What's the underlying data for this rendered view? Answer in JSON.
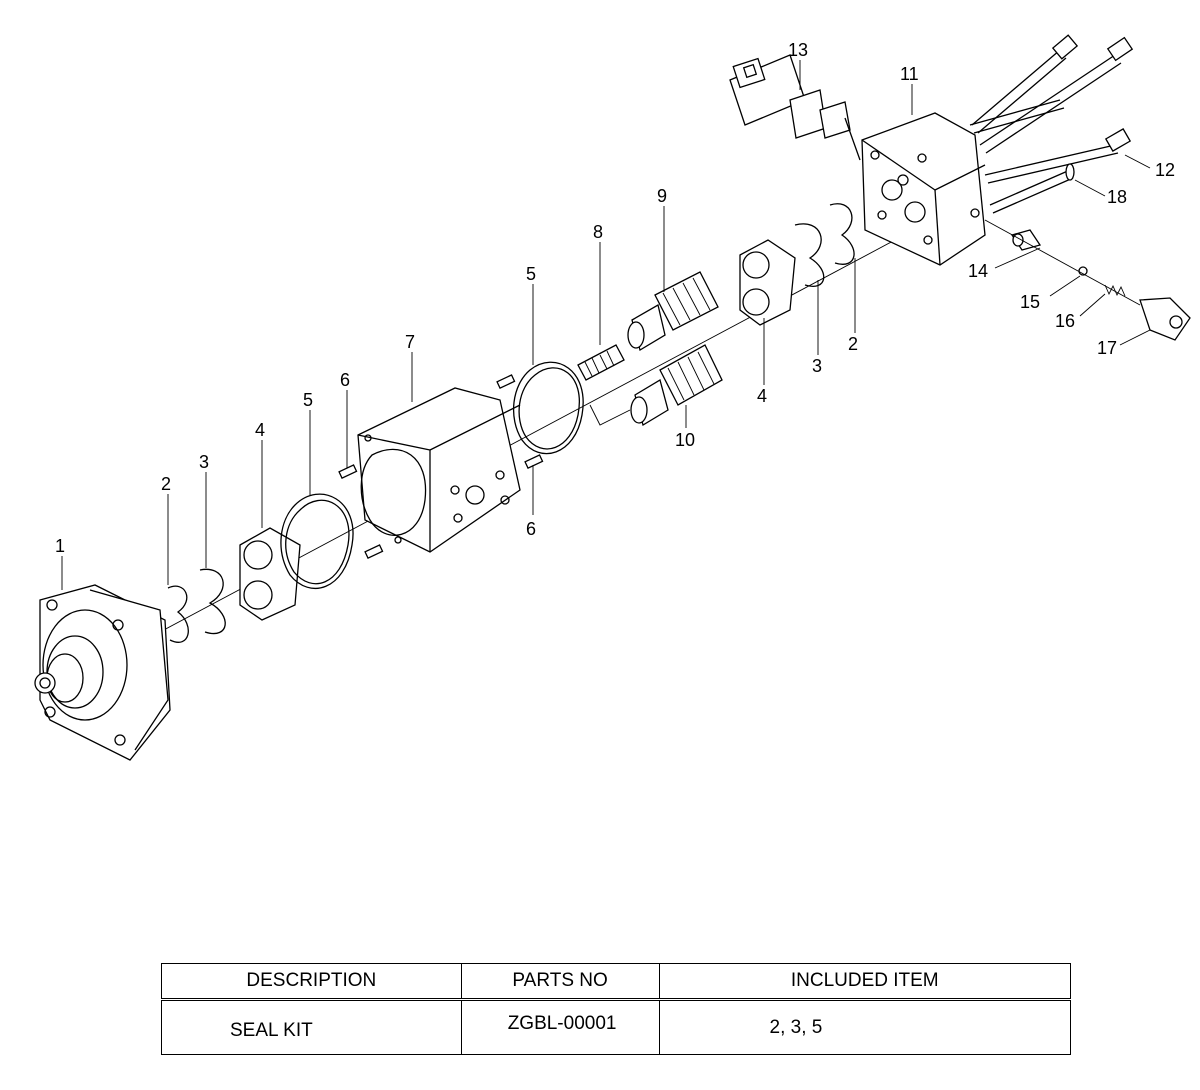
{
  "callouts": [
    "1",
    "2",
    "3",
    "4",
    "5",
    "6",
    "7",
    "8",
    "9",
    "10",
    "11",
    "12",
    "13",
    "14",
    "15",
    "16",
    "17",
    "18",
    "2",
    "3",
    "4",
    "5",
    "6"
  ],
  "table": {
    "headers": [
      "DESCRIPTION",
      "PARTS NO",
      "INCLUDED ITEM"
    ],
    "rows": [
      {
        "description": "SEAL KIT",
        "parts_no": "ZGBL-00001",
        "included_item": "2, 3, 5"
      }
    ]
  }
}
